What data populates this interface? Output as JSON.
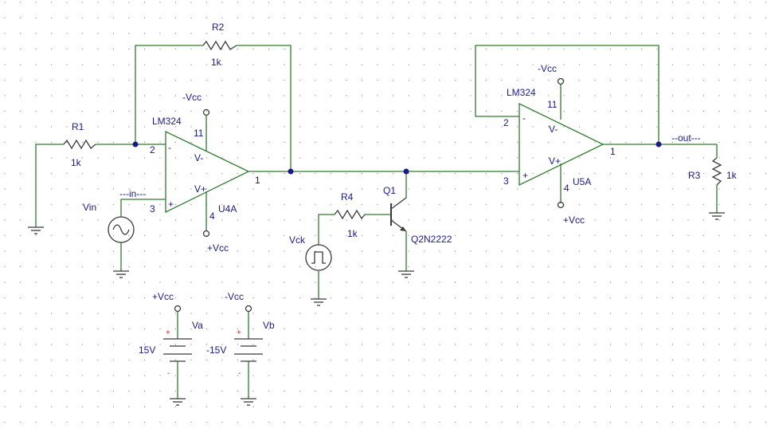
{
  "components": {
    "r1": {
      "ref": "R1",
      "value": "1k"
    },
    "r2": {
      "ref": "R2",
      "value": "1k"
    },
    "r3": {
      "ref": "R3",
      "value": "1k"
    },
    "r4": {
      "ref": "R4",
      "value": "1k"
    },
    "u4a": {
      "model": "LM324",
      "ref": "U4A",
      "pin_in_neg": "2",
      "pin_in_pos": "3",
      "pin_out": "1",
      "pin_vneg": "11",
      "pin_vpos": "4",
      "label_vneg": "V-",
      "label_vpos": "V+",
      "sign_neg": "-",
      "sign_pos": "+"
    },
    "u5a": {
      "model": "LM324",
      "ref": "U5A",
      "pin_in_neg": "2",
      "pin_in_pos": "3",
      "pin_out": "1",
      "pin_vneg": "11",
      "pin_vpos": "4",
      "label_vneg": "V-",
      "label_vpos": "V+",
      "sign_neg": "-",
      "sign_pos": "+"
    },
    "q1": {
      "ref": "Q1",
      "model": "Q2N2222"
    },
    "vin": {
      "ref": "Vin"
    },
    "vck": {
      "ref": "Vck"
    },
    "va": {
      "ref": "Va",
      "value": "15V",
      "plus": "+",
      "minus": "-"
    },
    "vb": {
      "ref": "Vb",
      "value": "-15V",
      "plus": "+",
      "minus": "-"
    }
  },
  "nets": {
    "vcc_pos": "+Vcc",
    "vcc_neg": "-Vcc",
    "in": "---in---",
    "out": "--out---"
  },
  "colors": {
    "wire": "#2e7d2e",
    "component": "#3a3a3a",
    "label": "#1a1a8c",
    "polarity": "#cc2222",
    "grid": "#9a9a9a"
  }
}
